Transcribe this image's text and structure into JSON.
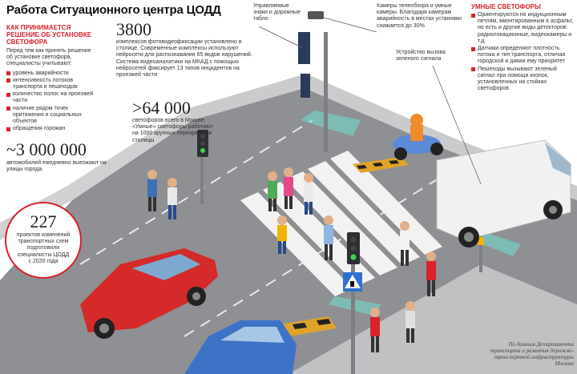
{
  "title": "Работа Ситуационного центра ЦОДД",
  "left_panel": {
    "heading": "КАК ПРИНИМАЕТСЯ РЕШЕНИЕ ОБ УСТАНОВКЕ СВЕТОФОРА",
    "intro": "Перед тем как принять решение об установке светофора, специалисты учитывают:",
    "factors": [
      "уровень аварийности",
      "интенсивность потоков транспорта и пешеходов",
      "количество полос на проезжей части",
      "наличие рядом точек притяжения и социальных объектов",
      "обращения горожан"
    ]
  },
  "stats": {
    "cameras_num": "3800",
    "cameras_text": "комплексов фотовидеофиксации установлено в столице. Современные комплексы используют нейросети для распознавания 65 видов нарушений. Система видеоаналитики на МКАД с помощью нейросетей фиксирует 13 типов инцидентов на проезжей части",
    "lights_num": ">64 000",
    "lights_text": "светофоров всего в Москве. «Умные» светофоры работают на 1000 крупных перекрестков столицы",
    "cars_num": "~3 000 000",
    "cars_text": "автомобилей ежедневно выезжают на улицы города",
    "projects_num": "227",
    "projects_text": "проектов изменений транспортных схем подготовили специалисты ЦОДД с 2020 года"
  },
  "callouts": {
    "signs": "Управляемые знаки и дорожные табло",
    "cameras": "Камеры телеобзора и умные камеры. Благодаря камерам аварийность в местах установки снижается до 30%",
    "button": "Устройство вызова зеленого сигнала"
  },
  "smart_lights": {
    "heading": "УМНЫЕ СВЕТОФОРЫ",
    "items": [
      "Ориентируются по индукционным петлям, вмонтированным в асфальт, но есть и другие виды детекторов: радиолокационные, видеокамеры и т.д.",
      "Датчики определяют плотность потока и тип транспорта, отличая городской и давая ему приоритет",
      "Пешеходы вызывают зеленый сигнал при помощи кнопок, установленных на стойках светофоров"
    ]
  },
  "credit": "По данным Департамента транспорта и развития дорожно-транспортной инфраструктуры Москвы",
  "colors": {
    "accent": "#d8232a",
    "road": "#8d8f91",
    "sidewalk": "#c9cbcc",
    "car_red": "#d42a2a",
    "car_blue": "#3d73c6",
    "van": "#f2f2f2"
  }
}
